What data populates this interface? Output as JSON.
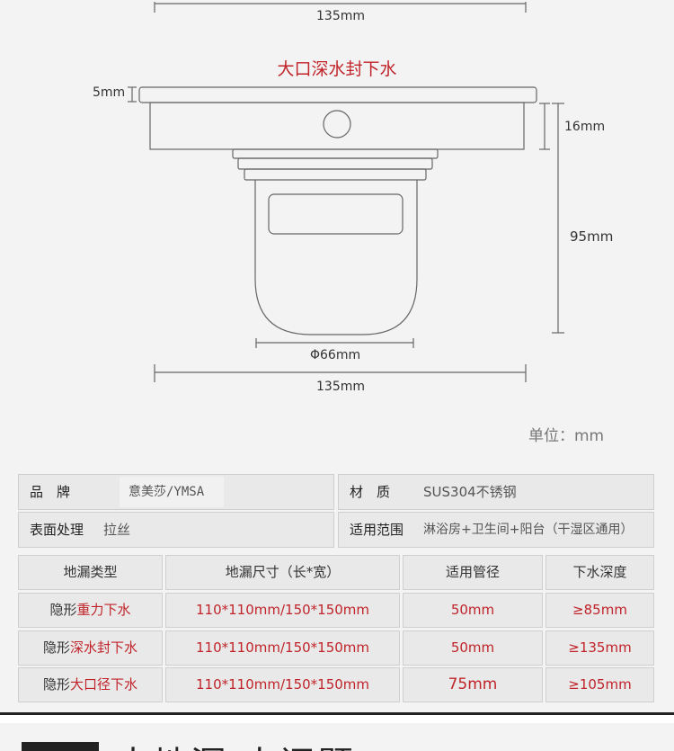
{
  "drawing": {
    "top_width_label": "135mm",
    "title": "大口深水封下水",
    "flange_thickness_label": "5mm",
    "body_height_label": "16mm",
    "total_depth_label": "95mm",
    "pipe_diameter_label": "Φ66mm",
    "bottom_width_label": "135mm",
    "unit_label": "单位：mm"
  },
  "specs": {
    "brand_key": "品　牌",
    "brand_value": "意美莎/YMSA",
    "material_key": "材　质",
    "material_value": "SUS304不锈钢",
    "finish_key": "表面处理",
    "finish_value": "拉丝",
    "scope_key": "适用范围",
    "scope_value": "淋浴房+卫生间+阳台（干湿区通用）"
  },
  "table": {
    "headers": [
      "地漏类型",
      "地漏尺寸（长*宽）",
      "适用管径",
      "下水深度"
    ],
    "rows": [
      {
        "prefix": "隐形",
        "type": "重力下水",
        "size": "110*110mm/150*150mm",
        "pipe": "50mm",
        "depth": "≥85mm"
      },
      {
        "prefix": "隐形",
        "type": "深水封下水",
        "size": "110*110mm/150*150mm",
        "pipe": "50mm",
        "depth": "≥135mm"
      },
      {
        "prefix": "隐形",
        "type": "大口径下水",
        "size": "110*110mm/150*150mm",
        "pipe": "75mm",
        "depth": "≥105mm"
      }
    ]
  },
  "next_section": {
    "heading_partial": "大地漏 大问题"
  }
}
